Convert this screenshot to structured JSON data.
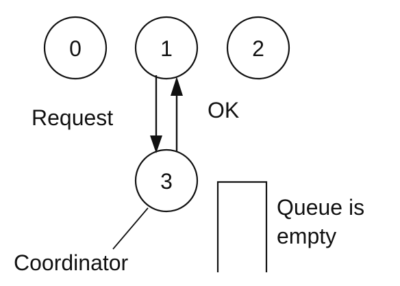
{
  "nodes": [
    {
      "id": "0",
      "label": "0"
    },
    {
      "id": "1",
      "label": "1"
    },
    {
      "id": "2",
      "label": "2"
    },
    {
      "id": "3",
      "label": "3"
    }
  ],
  "messages": {
    "request_label": "Request",
    "ok_label": "OK"
  },
  "coordinator_label": "Coordinator",
  "queue": {
    "line1": "Queue is",
    "line2": "empty"
  }
}
